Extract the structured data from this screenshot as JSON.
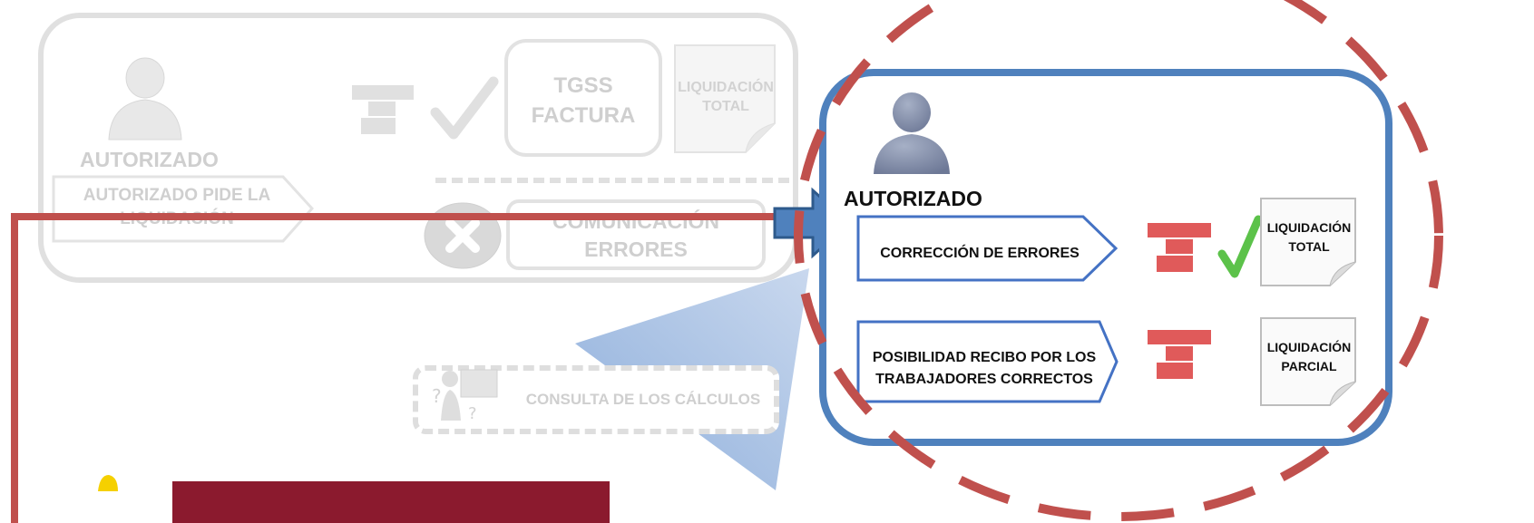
{
  "background_panel": {
    "actor_label": "AUTORIZADO",
    "request_label": "AUTORIZADO PIDE LA LIQUIDACIÓN",
    "tgss_label": "TGSS FACTURA",
    "doc_total_label": "LIQUIDACIÓN TOTAL",
    "errors_label": "COMUNICACIÓN ERRORES",
    "consult_label": "CONSULTA DE LOS CÁLCULOS"
  },
  "focus_panel": {
    "actor_label": "AUTORIZADO",
    "correction_label": "CORRECCIÓN DE ERRORES",
    "partial_option_label": "POSIBILIDAD RECIBO POR LOS TRABAJADORES CORRECTOS",
    "doc_total_label": "LIQUIDACIÓN TOTAL",
    "doc_partial_label": "LIQUIDACIÓN PARCIAL"
  },
  "colors": {
    "faded_gray": "#d9d9d9",
    "focus_blue": "#4472c4",
    "frame_blue": "#4f81bd",
    "dashed_red": "#c0504d",
    "line_red": "#c0504d",
    "arrow_blue": "#4f81bd",
    "check_green": "#5cc24a",
    "stack_red": "#e05a5a",
    "footer_bar": "#8b1a2e"
  },
  "icons": {
    "person": "person-icon",
    "stack": "stack-icon",
    "check": "check-icon",
    "cross": "cross-circle-icon",
    "document": "document-icon",
    "calculator": "calculator-icon"
  }
}
